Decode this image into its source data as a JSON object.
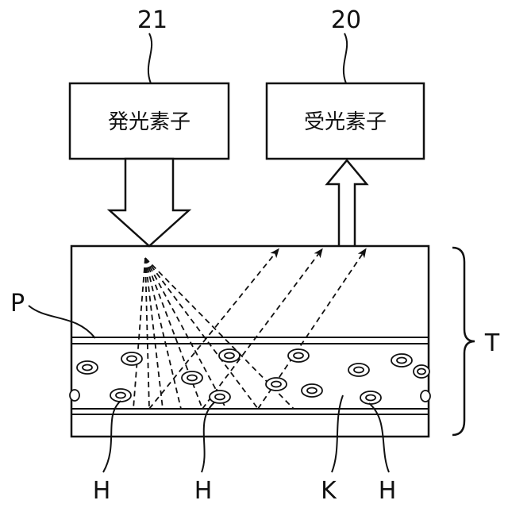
{
  "emitter": {
    "ref": "21",
    "label": "発光素子"
  },
  "receiver": {
    "ref": "20",
    "label": "受光素子"
  },
  "labels": {
    "film": "P",
    "target": "T",
    "hole_1": "H",
    "hole_2": "H",
    "body": "K",
    "hole_3": "H"
  }
}
